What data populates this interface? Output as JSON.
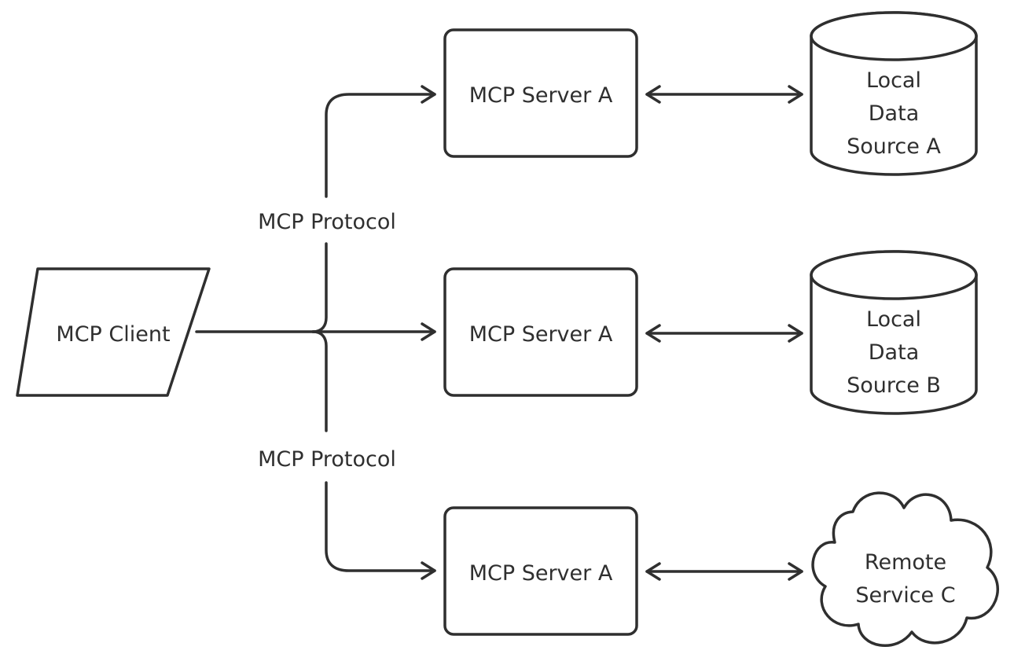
{
  "colors": {
    "stroke": "#2f2f2f",
    "background": "#ffffff",
    "text": "#2f2f2f"
  },
  "nodes": {
    "client": {
      "label": "MCP Client",
      "shape": "parallelogram"
    },
    "server_top": {
      "label": "MCP Server A",
      "shape": "rounded-rectangle"
    },
    "server_middle": {
      "label": "MCP Server A",
      "shape": "rounded-rectangle"
    },
    "server_bottom": {
      "label": "MCP Server A",
      "shape": "rounded-rectangle"
    },
    "source_a": {
      "lines": [
        "Local",
        "Data",
        "Source A"
      ],
      "shape": "cylinder"
    },
    "source_b": {
      "lines": [
        "Local",
        "Data",
        "Source B"
      ],
      "shape": "cylinder"
    },
    "remote_c": {
      "lines": [
        "Remote",
        "Service C"
      ],
      "shape": "cloud"
    }
  },
  "edges": {
    "protocol_label_top": "MCP Protocol",
    "protocol_label_bottom": "MCP Protocol"
  }
}
